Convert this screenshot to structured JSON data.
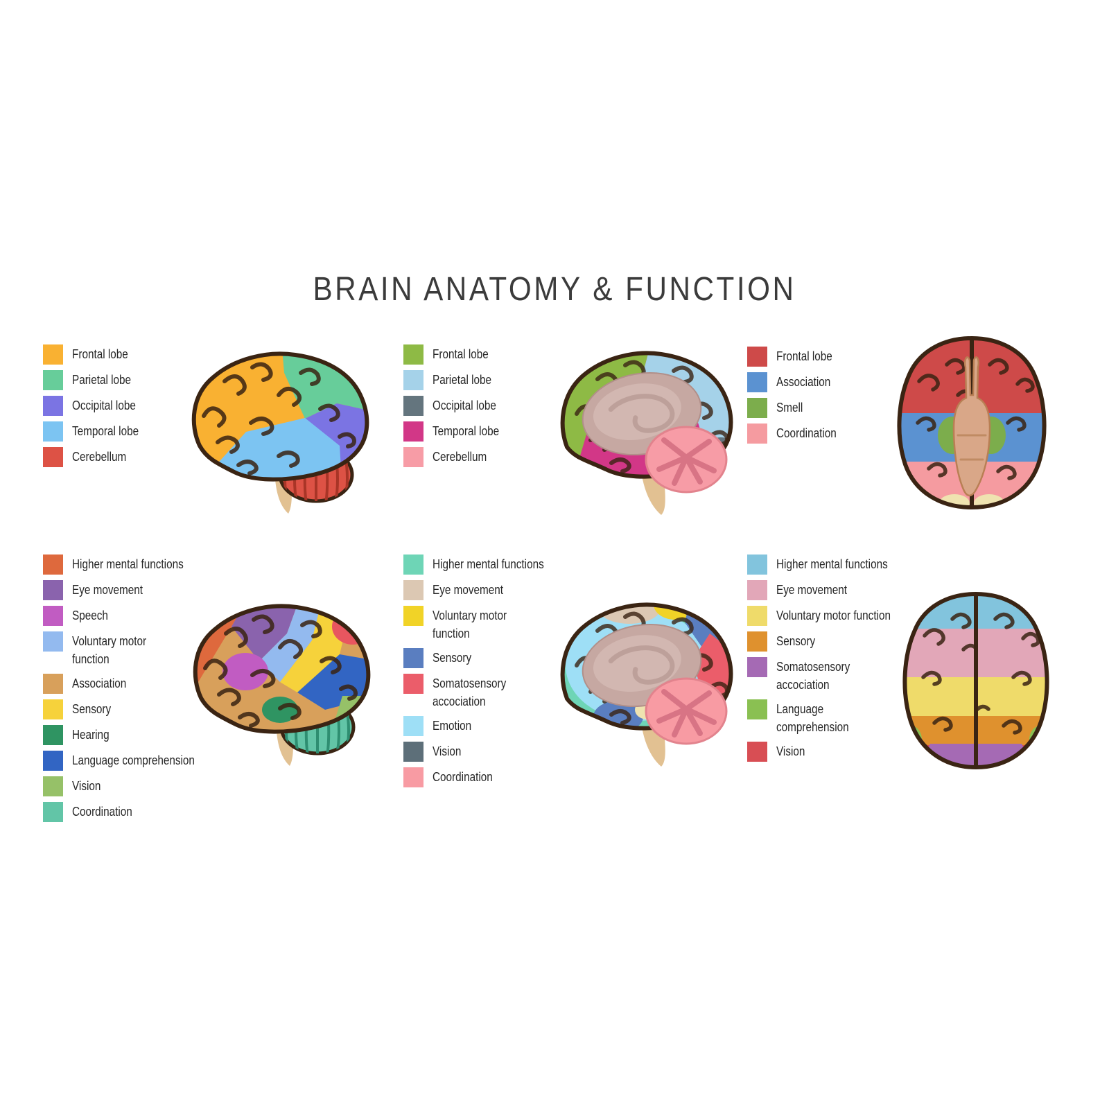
{
  "title": "BRAIN ANATOMY & FUNCTION",
  "panels": [
    {
      "name": "anatomy-side-view",
      "legend": [
        {
          "label": "Frontal lobe",
          "color": "#F9B132"
        },
        {
          "label": "Parietal lobe",
          "color": "#67CD9A"
        },
        {
          "label": "Occipital lobe",
          "color": "#7B74E3"
        },
        {
          "label": "Temporal lobe",
          "color": "#7CC4F2"
        },
        {
          "label": "Cerebellum",
          "color": "#DD5245"
        }
      ]
    },
    {
      "name": "anatomy-sagittal-view",
      "legend": [
        {
          "label": "Frontal lobe",
          "color": "#8EBA45"
        },
        {
          "label": "Parietal lobe",
          "color": "#A5D2E9"
        },
        {
          "label": "Occipital lobe",
          "color": "#64757E"
        },
        {
          "label": "Temporal lobe",
          "color": "#D23787"
        },
        {
          "label": "Cerebellum",
          "color": "#F79CA6"
        }
      ]
    },
    {
      "name": "anatomy-top-view",
      "legend": [
        {
          "label": "Frontal lobe",
          "color": "#CE4A49"
        },
        {
          "label": "Association",
          "color": "#5B92D1"
        },
        {
          "label": "Smell",
          "color": "#7CAD4C"
        },
        {
          "label": "Coordination",
          "color": "#F59BA0"
        }
      ]
    },
    {
      "name": "function-side-view",
      "legend": [
        {
          "label": "Higher mental functions",
          "color": "#DE693D"
        },
        {
          "label": "Eye movement",
          "color": "#8A63AD"
        },
        {
          "label": "Speech",
          "color": "#C15CC2"
        },
        {
          "label": "Voluntary motor\nfunction",
          "color": "#93BAEF"
        },
        {
          "label": "Association",
          "color": "#D8A05B"
        },
        {
          "label": "Sensory",
          "color": "#F6D23B"
        },
        {
          "label": "Hearing",
          "color": "#2F9462"
        },
        {
          "label": "Language comprehension",
          "color": "#3265C3"
        },
        {
          "label": "Vision",
          "color": "#96C168"
        },
        {
          "label": "Coordination",
          "color": "#62C5A7"
        }
      ]
    },
    {
      "name": "function-sagittal-view",
      "legend": [
        {
          "label": "Higher mental functions",
          "color": "#6ED5B6"
        },
        {
          "label": "Eye movement",
          "color": "#DCC8B3"
        },
        {
          "label": "Voluntary motor\nfunction",
          "color": "#F1D327"
        },
        {
          "label": "Sensory",
          "color": "#5A7EC0"
        },
        {
          "label": "Somatosensory\naccociation",
          "color": "#EB5D6A"
        },
        {
          "label": "Emotion",
          "color": "#9EDFF6"
        },
        {
          "label": "Vision",
          "color": "#5D6F79"
        },
        {
          "label": "Coordination",
          "color": "#F89BA3"
        }
      ]
    },
    {
      "name": "function-top-view",
      "legend": [
        {
          "label": "Higher mental functions",
          "color": "#82C4DD"
        },
        {
          "label": "Eye movement",
          "color": "#E2A7B8"
        },
        {
          "label": "Voluntary motor function",
          "color": "#EFDB6A"
        },
        {
          "label": "Sensory",
          "color": "#DF912E"
        },
        {
          "label": "Somatosensory\naccociation",
          "color": "#A56AB4"
        },
        {
          "label": "Language\ncomprehension",
          "color": "#8AC052"
        },
        {
          "label": "Vision",
          "color": "#D84E54"
        }
      ]
    }
  ]
}
